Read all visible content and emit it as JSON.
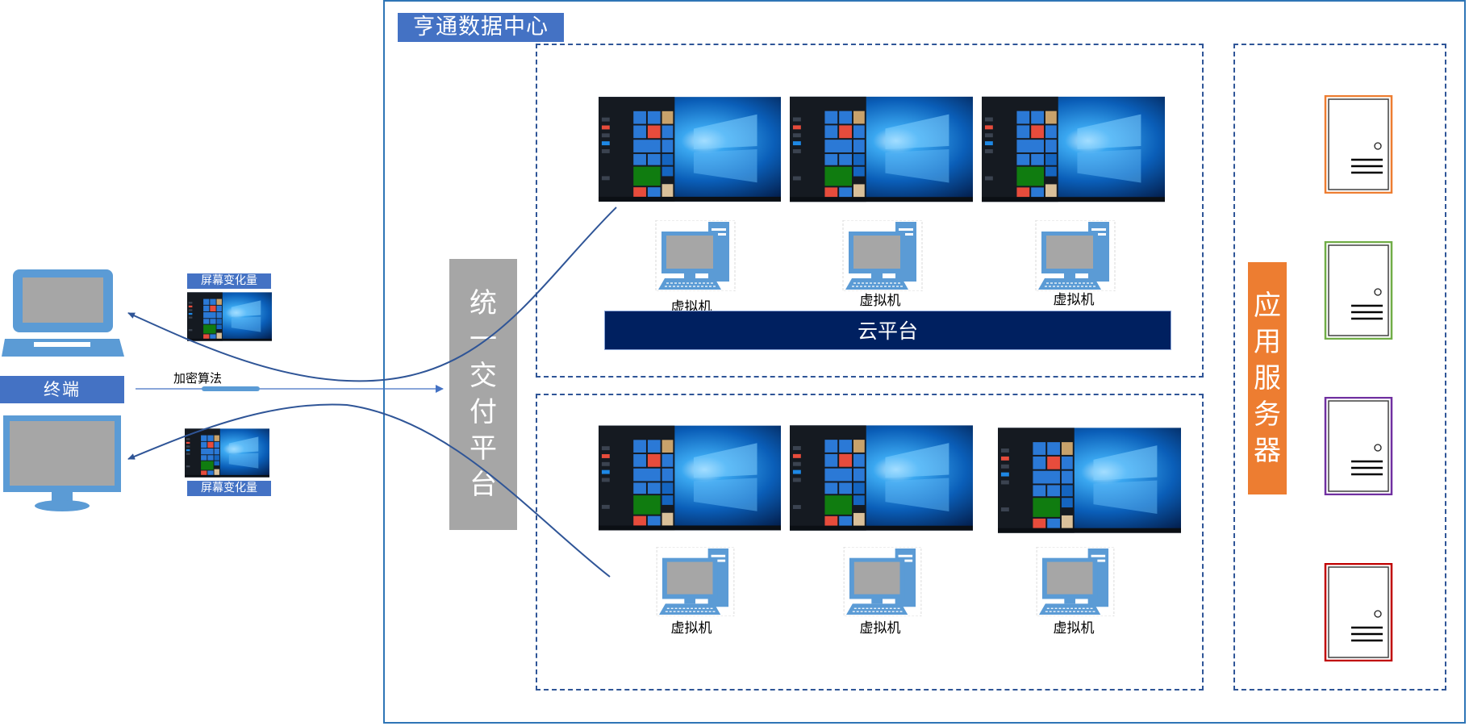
{
  "data_center": {
    "title": "亨通数据中心"
  },
  "delivery_platform": {
    "label": "统一交付平台"
  },
  "cloud_platform": {
    "label": "云平台"
  },
  "app_servers": {
    "label": "应用服务器",
    "server_colors": [
      "#ed7d31",
      "#70ad47",
      "#7030a0",
      "#c00000"
    ]
  },
  "vm_groups": [
    {
      "vms": [
        "虚拟机",
        "虚拟机",
        "虚拟机"
      ]
    },
    {
      "vms": [
        "虚拟机",
        "虚拟机",
        "虚拟机"
      ]
    }
  ],
  "terminal": {
    "label": "终端",
    "encryption_label": "加密算法",
    "screen_change_top": "屏幕变化量",
    "screen_change_bottom": "屏幕变化量"
  },
  "colors": {
    "accent_blue": "#4472c4",
    "frame_blue": "#2e75b6",
    "device_blue": "#5b9bd5",
    "navy": "#002060",
    "orange": "#ed7d31",
    "gray": "#a6a6a6"
  }
}
